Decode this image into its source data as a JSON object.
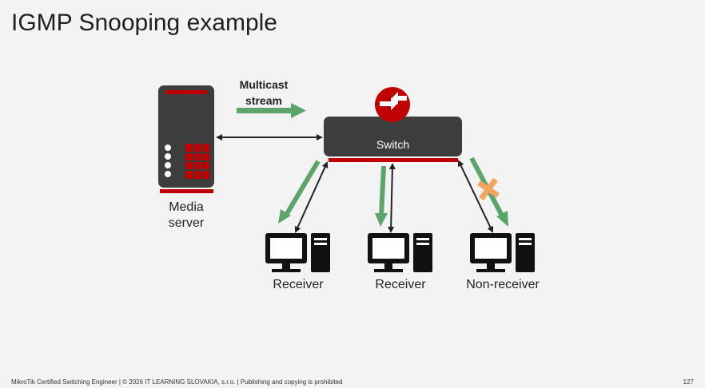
{
  "title": "IGMP Snooping example",
  "diagram": {
    "stream_label_line1": "Multicast",
    "stream_label_line2": "stream",
    "media_server_line1": "Media",
    "media_server_line2": "server",
    "switch_label": "Switch",
    "receiver1_label": "Receiver",
    "receiver2_label": "Receiver",
    "non_receiver_label": "Non-receiver"
  },
  "colors": {
    "green_arrow": "#5ba56b",
    "dark_device": "#3d3d3d",
    "accent_red": "#c00000",
    "blocked_x": "#f4a460"
  },
  "footer": {
    "text": "MikroTik Certified Switching Engineer | © 2026 IT LEARNING SLOVAKIA, s.r.o. | Publishing and copying is prohibited",
    "page_number": "127"
  }
}
